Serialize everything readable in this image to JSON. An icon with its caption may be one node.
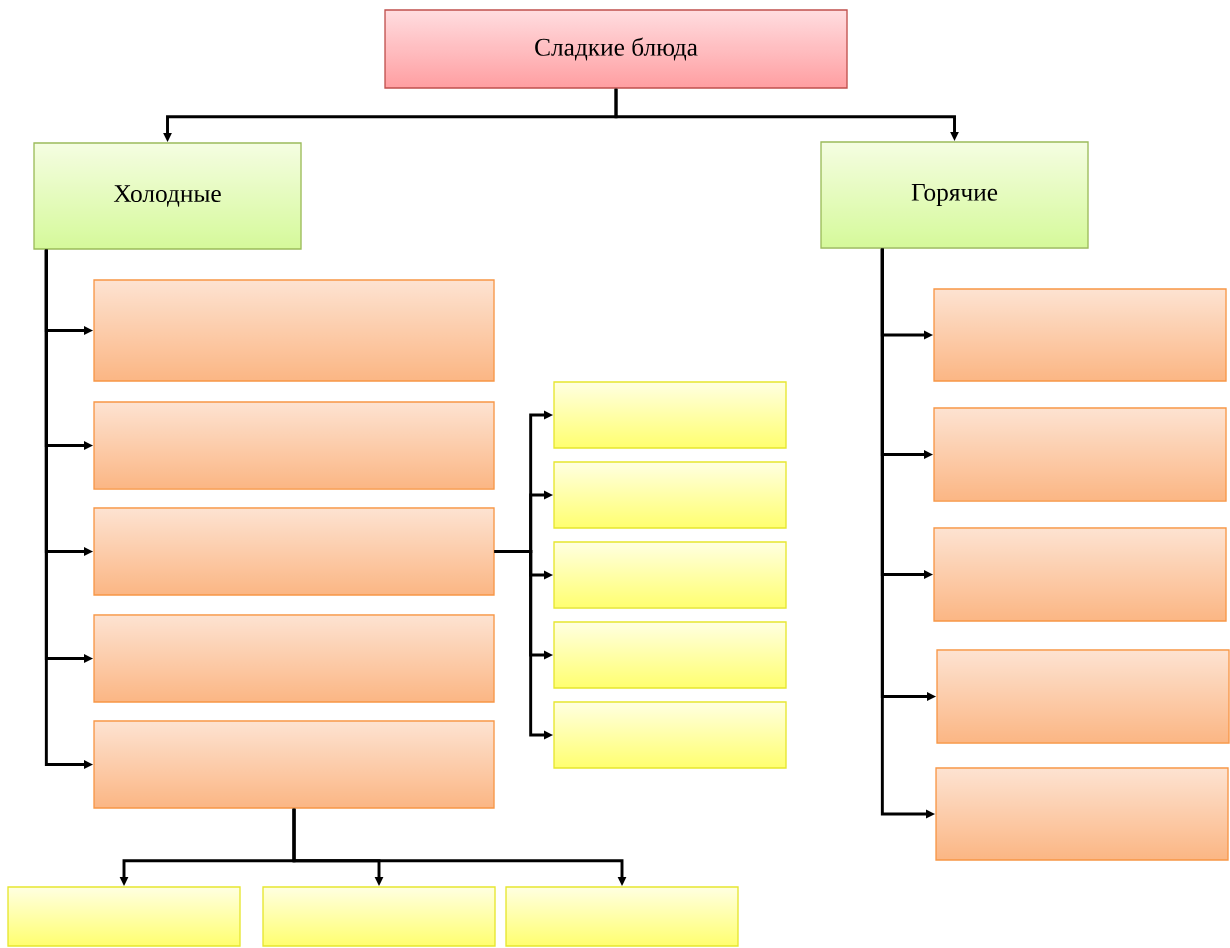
{
  "diagram": {
    "nodes": [
      {
        "text": [
          "Сладкие блюда"
        ]
      },
      {
        "text": [
          "Холодные"
        ]
      },
      {
        "text": [
          "Горячие"
        ]
      },
      {
        "text": [],
        "shape": "box"
      },
      {
        "text": [],
        "shape": "box"
      },
      {
        "text": [],
        "shape": "box"
      },
      {
        "text": [],
        "shape": "box"
      },
      {
        "text": [],
        "shape": "box"
      },
      {
        "text": [],
        "shape": "box"
      },
      {
        "text": [],
        "shape": "box"
      },
      {
        "text": [],
        "shape": "box"
      },
      {
        "text": [],
        "shape": "box"
      },
      {
        "text": [],
        "shape": "box"
      },
      {
        "text": [],
        "shape": "box"
      },
      {
        "text": [],
        "shape": "box"
      },
      {
        "text": [],
        "shape": "box"
      },
      {
        "text": [],
        "shape": "box"
      },
      {
        "text": [],
        "shape": "box"
      },
      {
        "text": [],
        "shape": "box"
      },
      {
        "text": [],
        "shape": "box"
      },
      {
        "text": [],
        "shape": "box"
      }
    ],
    "edges": [
      {
        "from": 0,
        "to": 1,
        "arrow": "to"
      },
      {
        "from": 0,
        "to": 2,
        "arrow": "to"
      },
      {
        "from": 1,
        "to": 3,
        "arrow": "to"
      },
      {
        "from": 1,
        "to": 4,
        "arrow": "to"
      },
      {
        "from": 1,
        "to": 5,
        "arrow": "to"
      },
      {
        "from": 1,
        "to": 6,
        "arrow": "to"
      },
      {
        "from": 1,
        "to": 7,
        "arrow": "to"
      },
      {
        "from": 5,
        "to": 8,
        "arrow": "to"
      },
      {
        "from": 5,
        "to": 9,
        "arrow": "to"
      },
      {
        "from": 5,
        "to": 10,
        "arrow": "to"
      },
      {
        "from": 5,
        "to": 11,
        "arrow": "to"
      },
      {
        "from": 5,
        "to": 12,
        "arrow": "to"
      },
      {
        "from": 2,
        "to": 13,
        "arrow": "to"
      },
      {
        "from": 2,
        "to": 14,
        "arrow": "to"
      },
      {
        "from": 2,
        "to": 15,
        "arrow": "to"
      },
      {
        "from": 2,
        "to": 16,
        "arrow": "to"
      },
      {
        "from": 2,
        "to": 17,
        "arrow": "to"
      },
      {
        "from": 7,
        "to": 18,
        "arrow": "to"
      },
      {
        "from": 7,
        "to": 19,
        "arrow": "to"
      },
      {
        "from": 7,
        "to": 20,
        "arrow": "to"
      }
    ]
  }
}
